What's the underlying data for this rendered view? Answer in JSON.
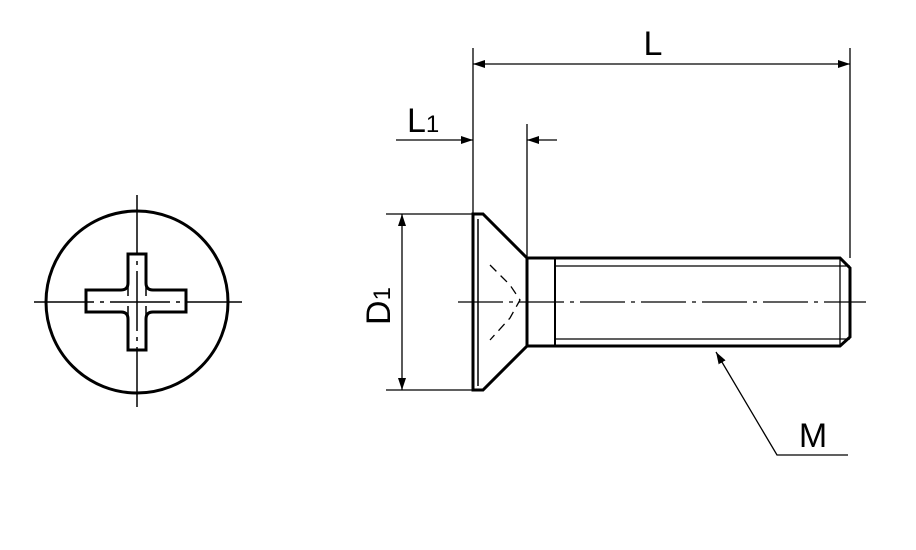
{
  "labels": {
    "length": "L",
    "head_length_main": "L",
    "head_length_sub": "1",
    "head_diameter_main": "D",
    "head_diameter_sub": "1",
    "thread": "M"
  },
  "colors": {
    "line": "#000000",
    "background": "#ffffff"
  }
}
